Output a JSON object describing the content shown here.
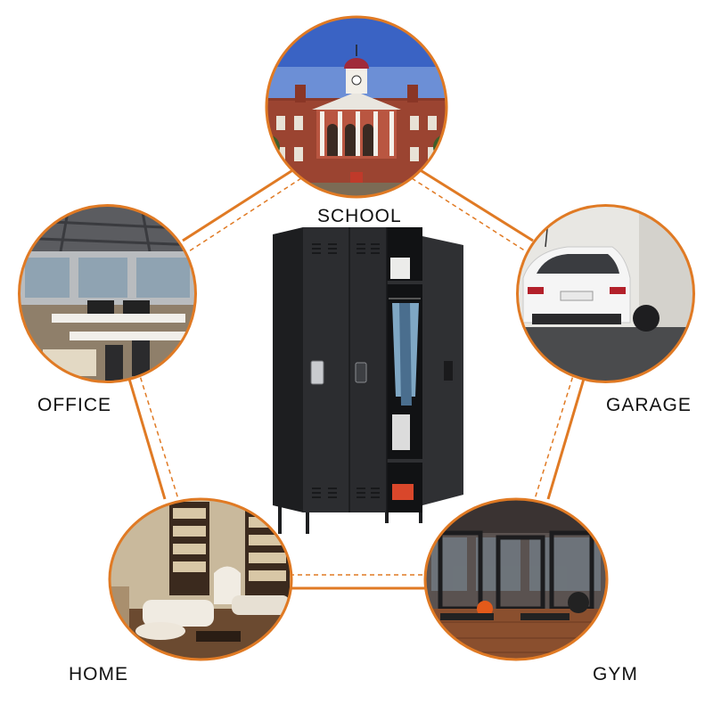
{
  "locations": {
    "school": "SCHOOL",
    "office": "OFFICE",
    "garage": "GARAGE",
    "home": "HOME",
    "gym": "GYM"
  },
  "product": {
    "name": "black-steel-locker-three-doors",
    "door_count": 3,
    "right_door_open": true
  },
  "colors": {
    "connector": "#e07a24",
    "ring": "#e07a24",
    "locker_body": "#2a2b2d",
    "label": "#111111"
  },
  "icons": [
    "school-building",
    "office-interior",
    "garage-car",
    "home-living-room",
    "gym-equipment",
    "metal-locker"
  ]
}
